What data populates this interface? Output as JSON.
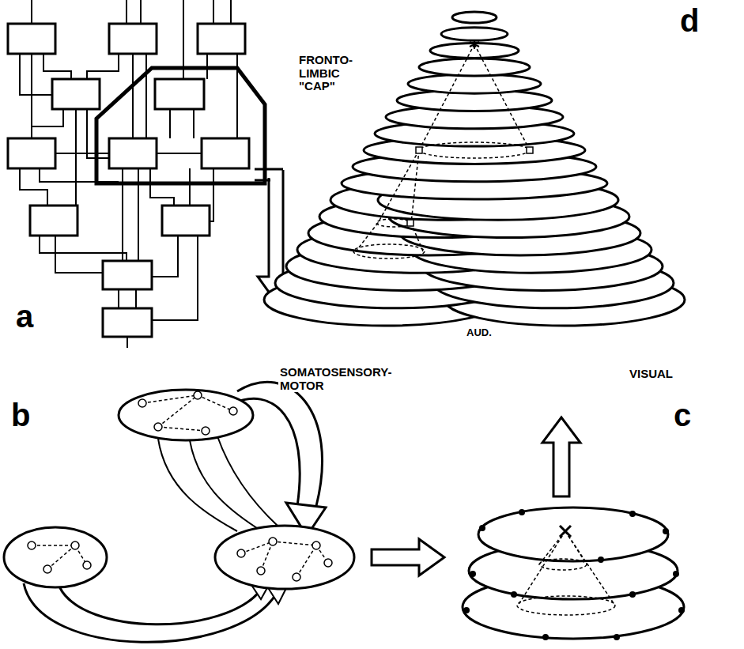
{
  "diagram": {
    "labels": [
      "a",
      "FRONTO- LIMBIC \"CAP\"",
      "d",
      "AUD.",
      "SOMATOSENSORY- MOTOR",
      "VISUAL",
      "b",
      "c"
    ]
  }
}
